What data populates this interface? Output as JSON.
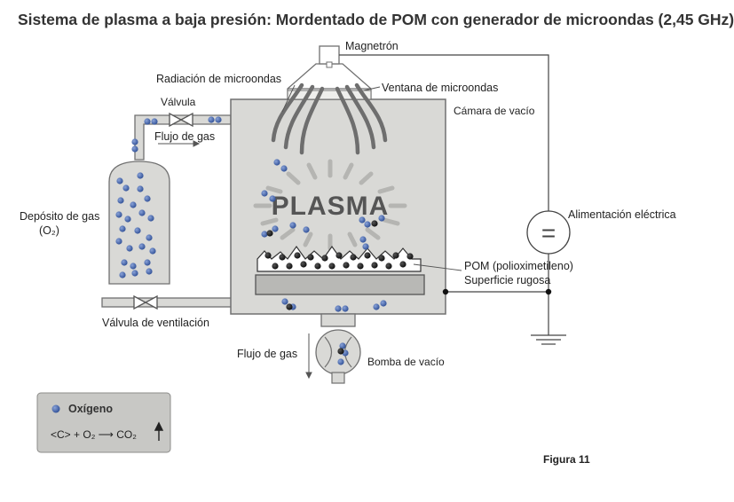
{
  "title": "Sistema de plasma a baja presión: Mordentado de POM con generador de microondas (2,45 GHz)",
  "labels": {
    "magnetron": "Magnetrón",
    "microwave_radiation": "Radiación de microondas",
    "microwave_window": "Ventana de microondas",
    "vacuum_chamber": "Cámara de vacío",
    "valve": "Válvula",
    "gas_flow_top": "Flujo de gas",
    "gas_tank_line1": "Depósito de gas",
    "gas_tank_line2": "(O₂)",
    "plasma": "PLASMA",
    "power_supply": "Alimentación eléctrica",
    "pom_line1": "POM (polioximetileno)",
    "pom_line2": "Superficie rugosa",
    "vent_valve": "Válvula de ventilación",
    "gas_flow_bottom": "Flujo de gas",
    "vacuum_pump": "Bomba de vacío",
    "power_symbol": "="
  },
  "legend": {
    "oxygen": "Oxígeno",
    "reaction": "<C> + O₂ ⟶ CO₂"
  },
  "figure_label": "Figura 11",
  "colors": {
    "chamber_fill": "#d9d9d6",
    "outline": "#707070",
    "oxygen": "#3f5fa6",
    "carbon": "#1a1a1a",
    "wave": "#6e6e6e",
    "legend_fill": "#c8c8c5"
  }
}
